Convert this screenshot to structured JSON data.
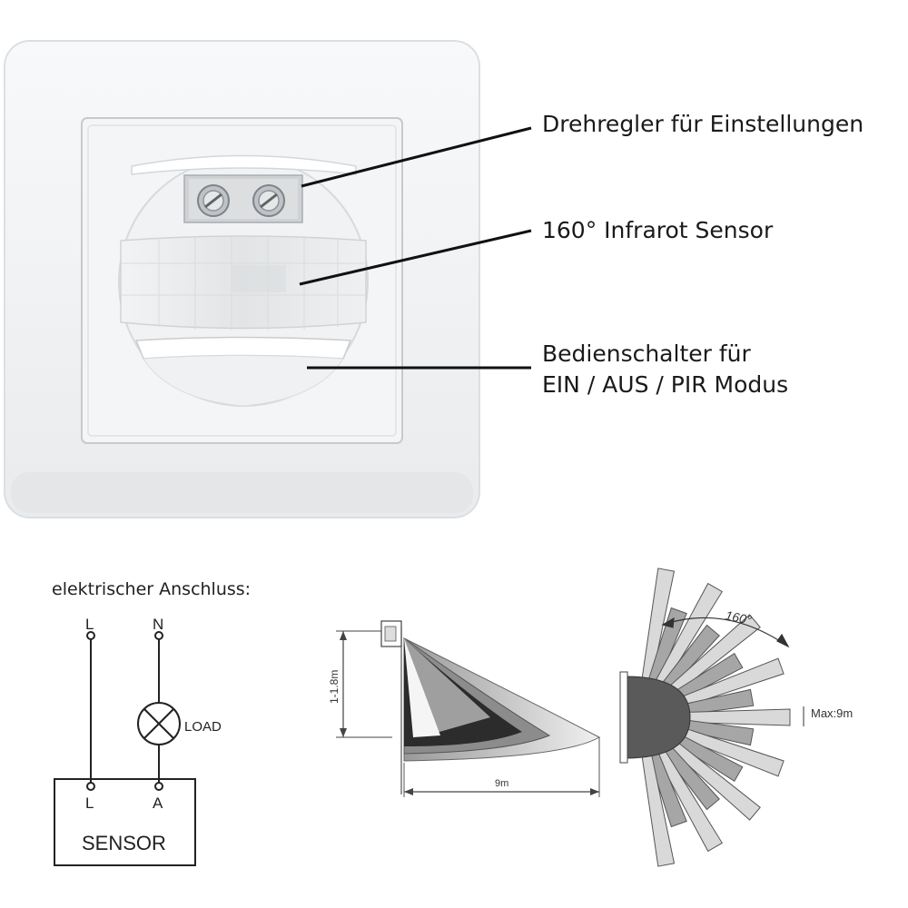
{
  "callouts": {
    "dials": "Drehregler für Einstellungen",
    "sensor": "160° Infrarot Sensor",
    "switch_line1": "Bedienschalter für",
    "switch_line2": "EIN / AUS / PIR Modus"
  },
  "wiring": {
    "heading": "elektrischer Anschluss:",
    "terminal_L_top": "L",
    "terminal_N_top": "N",
    "load_label": "LOAD",
    "terminal_L_bottom": "L",
    "terminal_A_bottom": "A",
    "sensor_box_label": "SENSOR"
  },
  "side_view": {
    "height_label": "1-1.8m",
    "range_label": "9m"
  },
  "top_view": {
    "angle_label": "160°",
    "max_label": "Max:9m"
  },
  "colors": {
    "plate": "#f3f4f5",
    "frame_line": "#c9cccf",
    "lens": "#e6e8ea",
    "dark_cone": "#2a2a2a",
    "mid_cone": "#6e6e6e",
    "light_cone": "#d6d6d6"
  }
}
